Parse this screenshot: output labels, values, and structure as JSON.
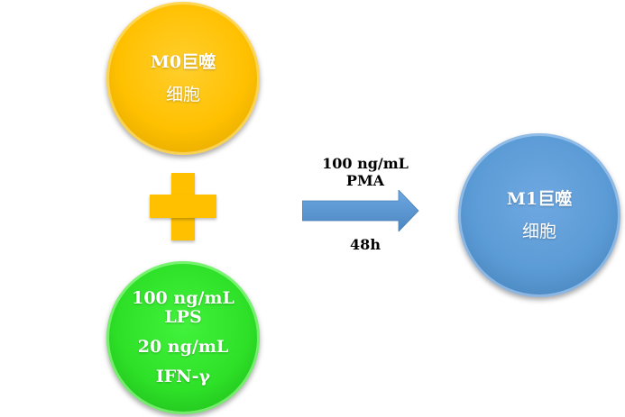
{
  "m0_cell": {
    "line1": "M0巨噬",
    "line2": "细胞",
    "color": "#ffc000"
  },
  "plus_sign": {
    "icon": "plus-icon",
    "color": "#ffc000"
  },
  "stimulus": {
    "lps_dose": "100 ng/mL",
    "lps_name": "LPS",
    "ifn_dose": "20 ng/mL",
    "ifn_name": "IFN-γ",
    "color": "#2ee128"
  },
  "arrow": {
    "icon": "right-arrow-icon",
    "condition_dose": "100 ng/mL",
    "condition_name": "PMA",
    "duration": "48h",
    "color": "#5b9bd5"
  },
  "m1_cell": {
    "line1": "M1巨噬",
    "line2": "细胞",
    "color": "#5b9bd5"
  }
}
